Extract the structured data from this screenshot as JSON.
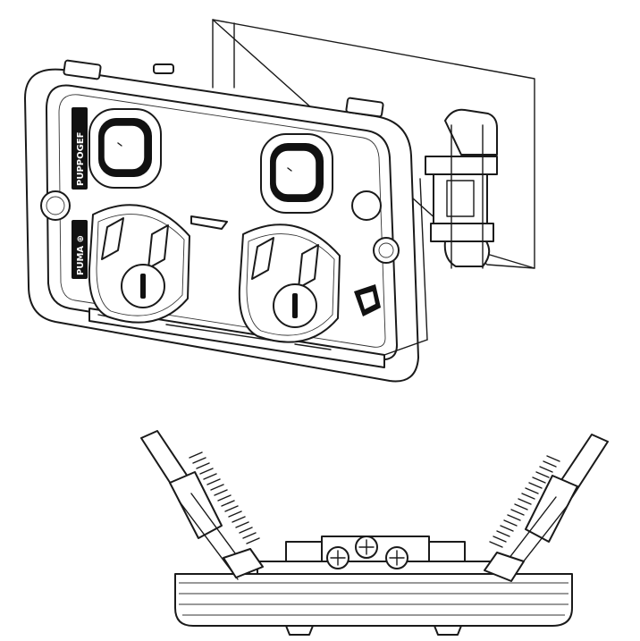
{
  "front_view": {
    "brand_label": "PUPPOGEF",
    "model_label": "PUMA ⊕",
    "switches": [
      "left-switch",
      "right-switch"
    ],
    "outlets": [
      "left-socket",
      "right-socket"
    ]
  },
  "colors": {
    "ink": "#1a1a1a",
    "paper": "#ffffff",
    "label_fill": "#111111"
  }
}
